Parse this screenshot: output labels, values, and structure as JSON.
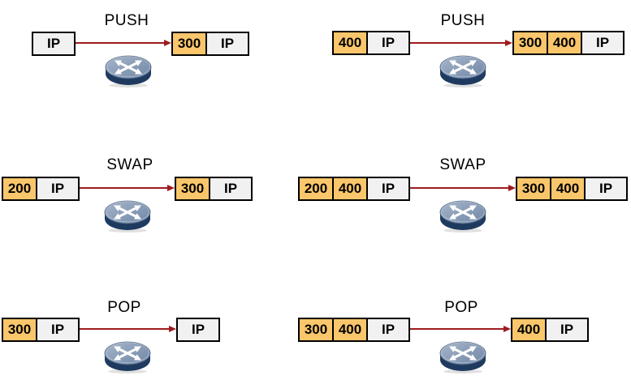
{
  "colors": {
    "mpls_label_bg": "#F9C66B",
    "ip_bg": "#F1F1F1",
    "box_border": "#000000",
    "arrow": "#9E1B1E",
    "router_top": "#8296B2",
    "router_side": "#1E3A5F",
    "text": "#000000"
  },
  "icons": {
    "router": "router-crossed-arrows-icon"
  },
  "diagrams": [
    {
      "operation": "PUSH",
      "before": {
        "cells": [
          {
            "text": "IP",
            "type": "ip"
          }
        ]
      },
      "after": {
        "cells": [
          {
            "text": "300",
            "type": "label"
          },
          {
            "text": "IP",
            "type": "ip"
          }
        ]
      }
    },
    {
      "operation": "PUSH",
      "before": {
        "cells": [
          {
            "text": "400",
            "type": "label"
          },
          {
            "text": "IP",
            "type": "ip"
          }
        ]
      },
      "after": {
        "cells": [
          {
            "text": "300",
            "type": "label"
          },
          {
            "text": "400",
            "type": "label"
          },
          {
            "text": "IP",
            "type": "ip"
          }
        ]
      }
    },
    {
      "operation": "SWAP",
      "before": {
        "cells": [
          {
            "text": "200",
            "type": "label"
          },
          {
            "text": "IP",
            "type": "ip"
          }
        ]
      },
      "after": {
        "cells": [
          {
            "text": "300",
            "type": "label"
          },
          {
            "text": "IP",
            "type": "ip"
          }
        ]
      }
    },
    {
      "operation": "SWAP",
      "before": {
        "cells": [
          {
            "text": "200",
            "type": "label"
          },
          {
            "text": "400",
            "type": "label"
          },
          {
            "text": "IP",
            "type": "ip"
          }
        ]
      },
      "after": {
        "cells": [
          {
            "text": "300",
            "type": "label"
          },
          {
            "text": "400",
            "type": "label"
          },
          {
            "text": "IP",
            "type": "ip"
          }
        ]
      }
    },
    {
      "operation": "POP",
      "before": {
        "cells": [
          {
            "text": "300",
            "type": "label"
          },
          {
            "text": "IP",
            "type": "ip"
          }
        ]
      },
      "after": {
        "cells": [
          {
            "text": "IP",
            "type": "ip"
          }
        ]
      }
    },
    {
      "operation": "POP",
      "before": {
        "cells": [
          {
            "text": "300",
            "type": "label"
          },
          {
            "text": "400",
            "type": "label"
          },
          {
            "text": "IP",
            "type": "ip"
          }
        ]
      },
      "after": {
        "cells": [
          {
            "text": "400",
            "type": "label"
          },
          {
            "text": "IP",
            "type": "ip"
          }
        ]
      }
    }
  ]
}
